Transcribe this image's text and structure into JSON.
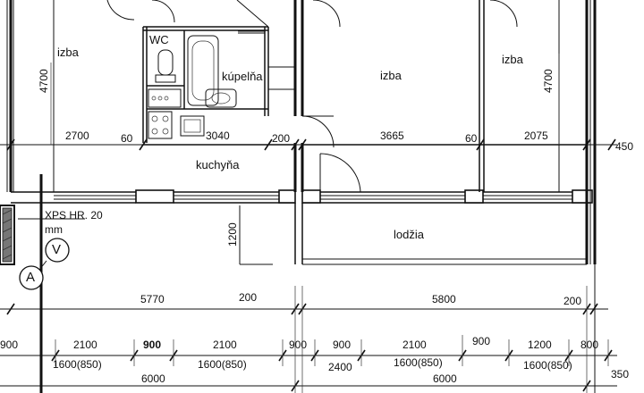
{
  "rooms": {
    "izba_left": "izba",
    "wc": "WC",
    "kupelna": "kúpelňa",
    "izba_center": "izba",
    "izba_right": "izba",
    "kuchyna": "kuchyňa",
    "lodzia": "lodžia"
  },
  "notes": {
    "xps_line1": "XPS HR. 20",
    "xps_line2": "mm",
    "marker_v": "V",
    "marker_a": "A"
  },
  "dims_vertical": {
    "left_4700": "4700",
    "right_4700": "4700",
    "lodzia_1200": "1200"
  },
  "dims_row1": {
    "d2700": "2700",
    "d60_left": "60",
    "d3040": "3040",
    "d200_mid": "200",
    "d3665": "3665",
    "d60_right": "60",
    "d2075": "2075",
    "d450": "450"
  },
  "dims_row2": {
    "d5770": "5770",
    "d200_left": "200",
    "d5800": "5800",
    "d200_right": "200"
  },
  "dims_row3": {
    "d900_a": "900",
    "d2100_a": "2100",
    "d900_b": "900",
    "d2100_b": "2100",
    "d900_c": "900",
    "d900_d": "900",
    "d2100_c": "2100",
    "d900_e": "900",
    "d1200": "1200",
    "d800": "800"
  },
  "dims_row4": {
    "d1600_a": "1600(850)",
    "d1600_b": "1600(850)",
    "d2400": "2400",
    "d1600_c": "1600(850)",
    "d1600_d": "1600(850)",
    "d350": "350"
  },
  "dims_row5": {
    "d6000_a": "6000",
    "d6000_b": "6000"
  }
}
